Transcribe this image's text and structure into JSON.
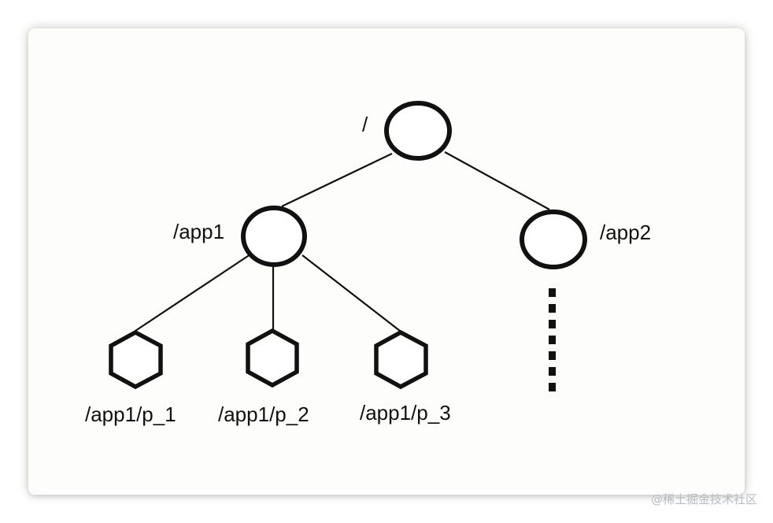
{
  "diagram": {
    "nodes": {
      "root": {
        "label": "/",
        "shape": "circle"
      },
      "app1": {
        "label": "/app1",
        "shape": "circle"
      },
      "app2": {
        "label": "/app2",
        "shape": "circle"
      },
      "p1": {
        "label": "/app1/p_1",
        "shape": "hexagon"
      },
      "p2": {
        "label": "/app1/p_2",
        "shape": "hexagon"
      },
      "p3": {
        "label": "/app1/p_3",
        "shape": "hexagon"
      }
    },
    "edges": [
      {
        "from": "root",
        "to": "app1"
      },
      {
        "from": "root",
        "to": "app2"
      },
      {
        "from": "app1",
        "to": "p1"
      },
      {
        "from": "app1",
        "to": "p2"
      },
      {
        "from": "app1",
        "to": "p3"
      }
    ],
    "continuation_below": "app2"
  },
  "watermark": "@稀土掘金技术社区",
  "colors": {
    "stroke": "#111111",
    "card_background": "#fdfdfb",
    "watermark": "#b9bcc2"
  }
}
